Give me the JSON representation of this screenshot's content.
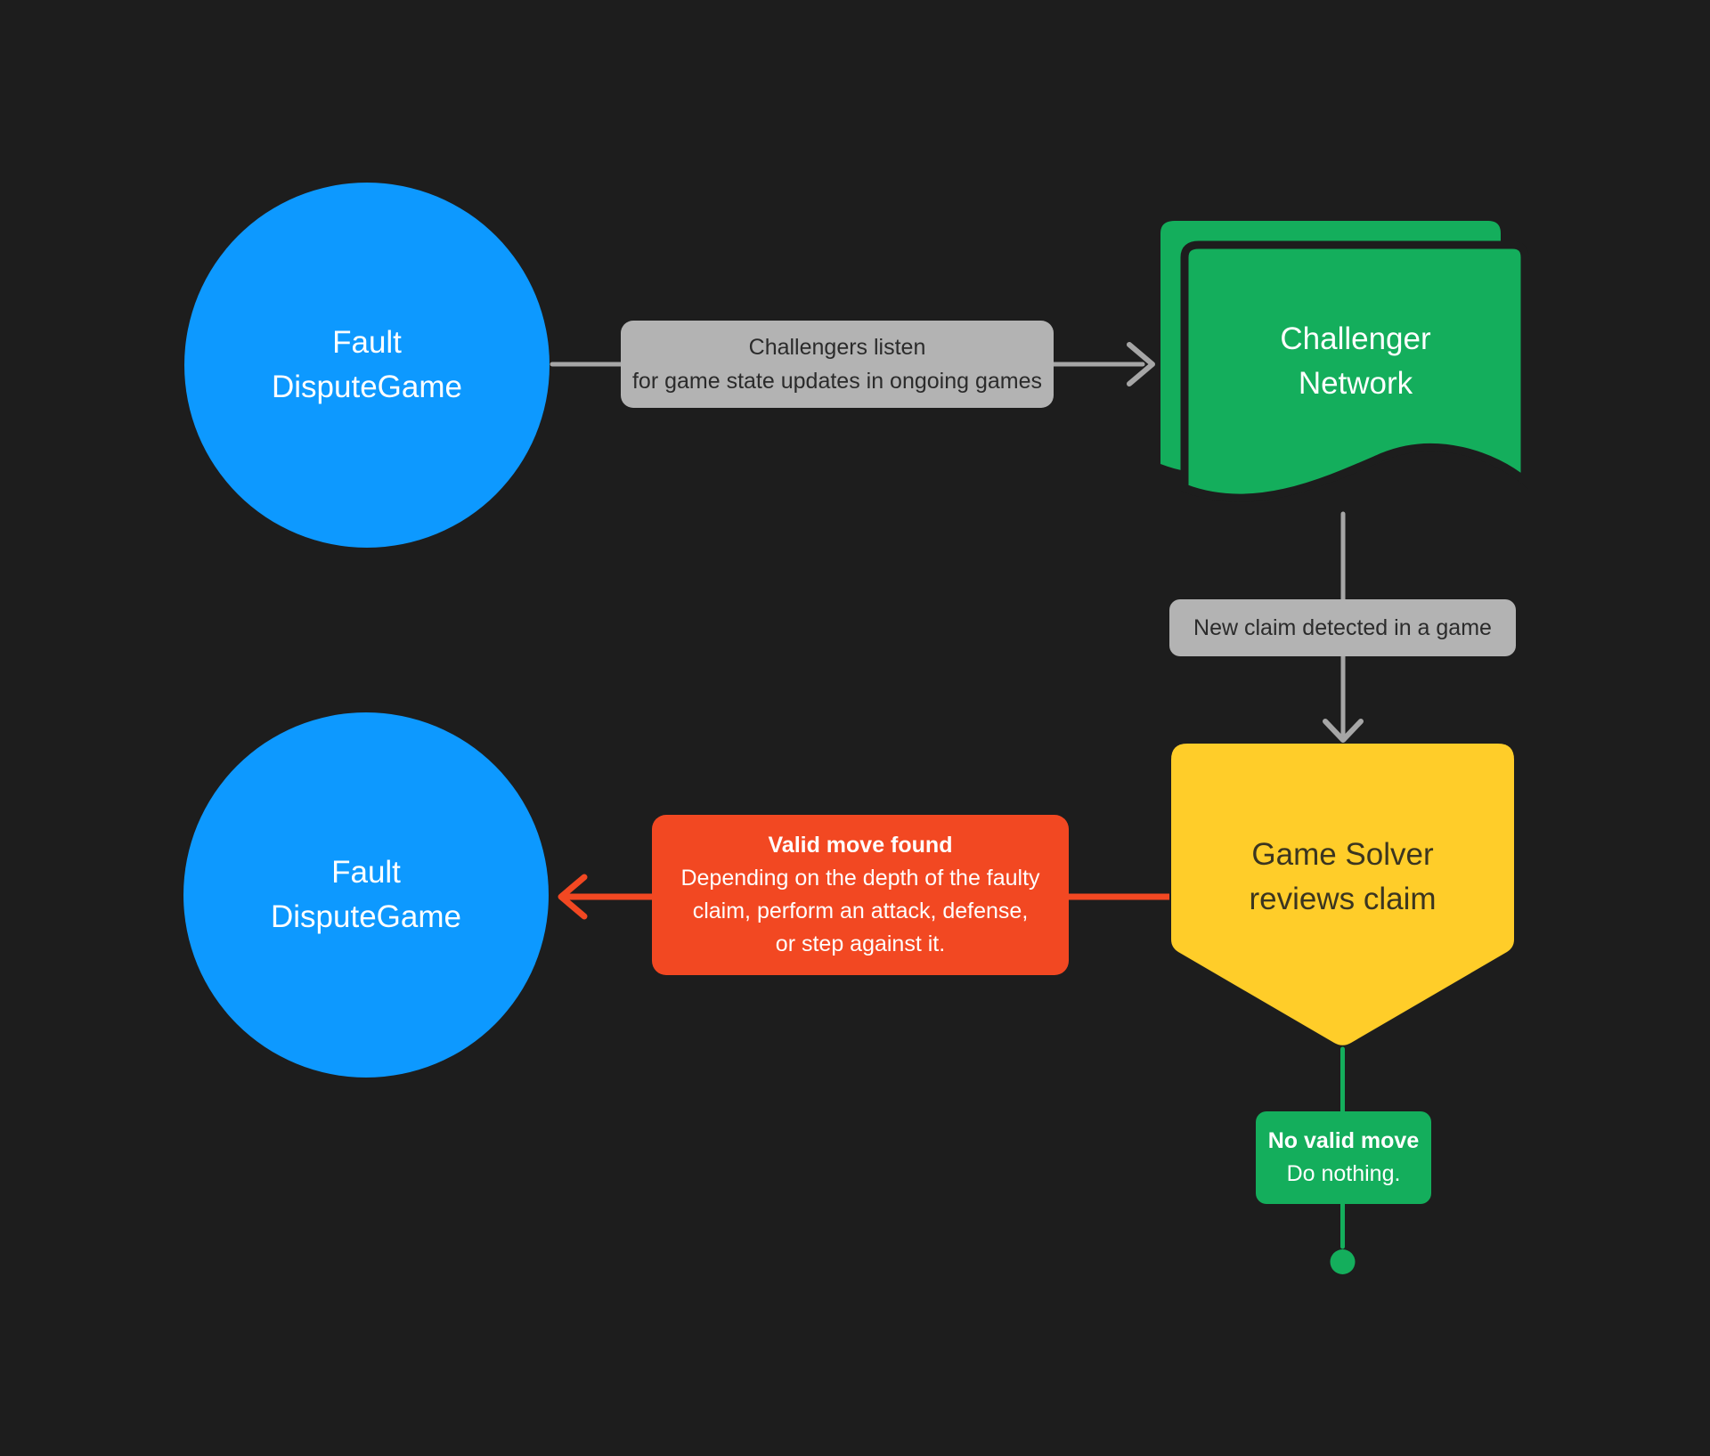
{
  "colors": {
    "background": "#1D1D1D",
    "blue": "#0D99FF",
    "green": "#14AE5C",
    "yellow": "#FFCD29",
    "red": "#F24822",
    "gray_label": "#B3B3B3",
    "arrow_gray": "#A6A6A6",
    "label_text_dark": "#2B2B2B",
    "yellow_text_dark": "#3B3520",
    "white": "#FFFFFF"
  },
  "nodes": {
    "fault_dispute_top": {
      "line1": "Fault",
      "line2": "DisputeGame"
    },
    "challenger_network": {
      "line1": "Challenger",
      "line2": "Network"
    },
    "game_solver": {
      "line1": "Game Solver",
      "line2": "reviews claim"
    },
    "fault_dispute_bottom": {
      "line1": "Fault",
      "line2": "DisputeGame"
    }
  },
  "edge_labels": {
    "challengers_listen": {
      "line1": "Challengers listen",
      "line2": "for game state updates in ongoing games"
    },
    "new_claim": {
      "line1": "New claim detected in a game"
    },
    "valid_move": {
      "title": "Valid move found",
      "line1": "Depending on the depth of the faulty",
      "line2": "claim, perform an attack, defense,",
      "line3": "or step against it."
    },
    "no_valid_move": {
      "title": "No valid move",
      "line1": "Do nothing."
    }
  }
}
